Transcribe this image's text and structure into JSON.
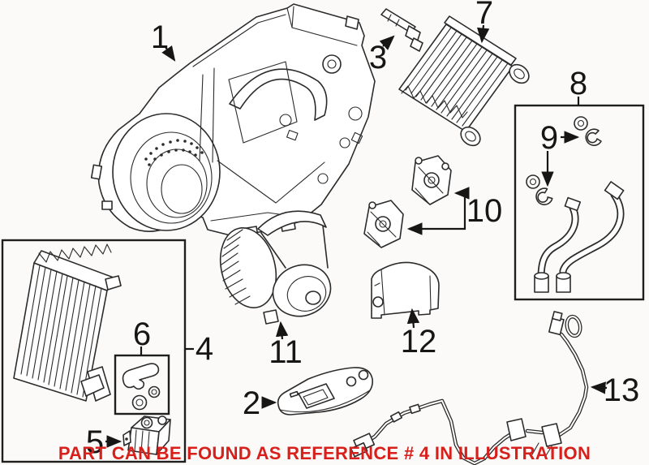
{
  "diagram": {
    "caption": "PART CAN BE FOUND AS REFERENCE # 4 IN ILLUSTRATION",
    "colors": {
      "line": "#2b2b2b",
      "caption": "#d7201c",
      "background": "#fbfaf8"
    },
    "labels": {
      "ref1": "1",
      "ref2": "2",
      "ref3": "3",
      "ref4": "4",
      "ref5": "5",
      "ref6": "6",
      "ref7": "7",
      "ref8": "8",
      "ref9": "9",
      "ref10": "10",
      "ref11": "11",
      "ref12": "12",
      "ref13": "13"
    }
  }
}
